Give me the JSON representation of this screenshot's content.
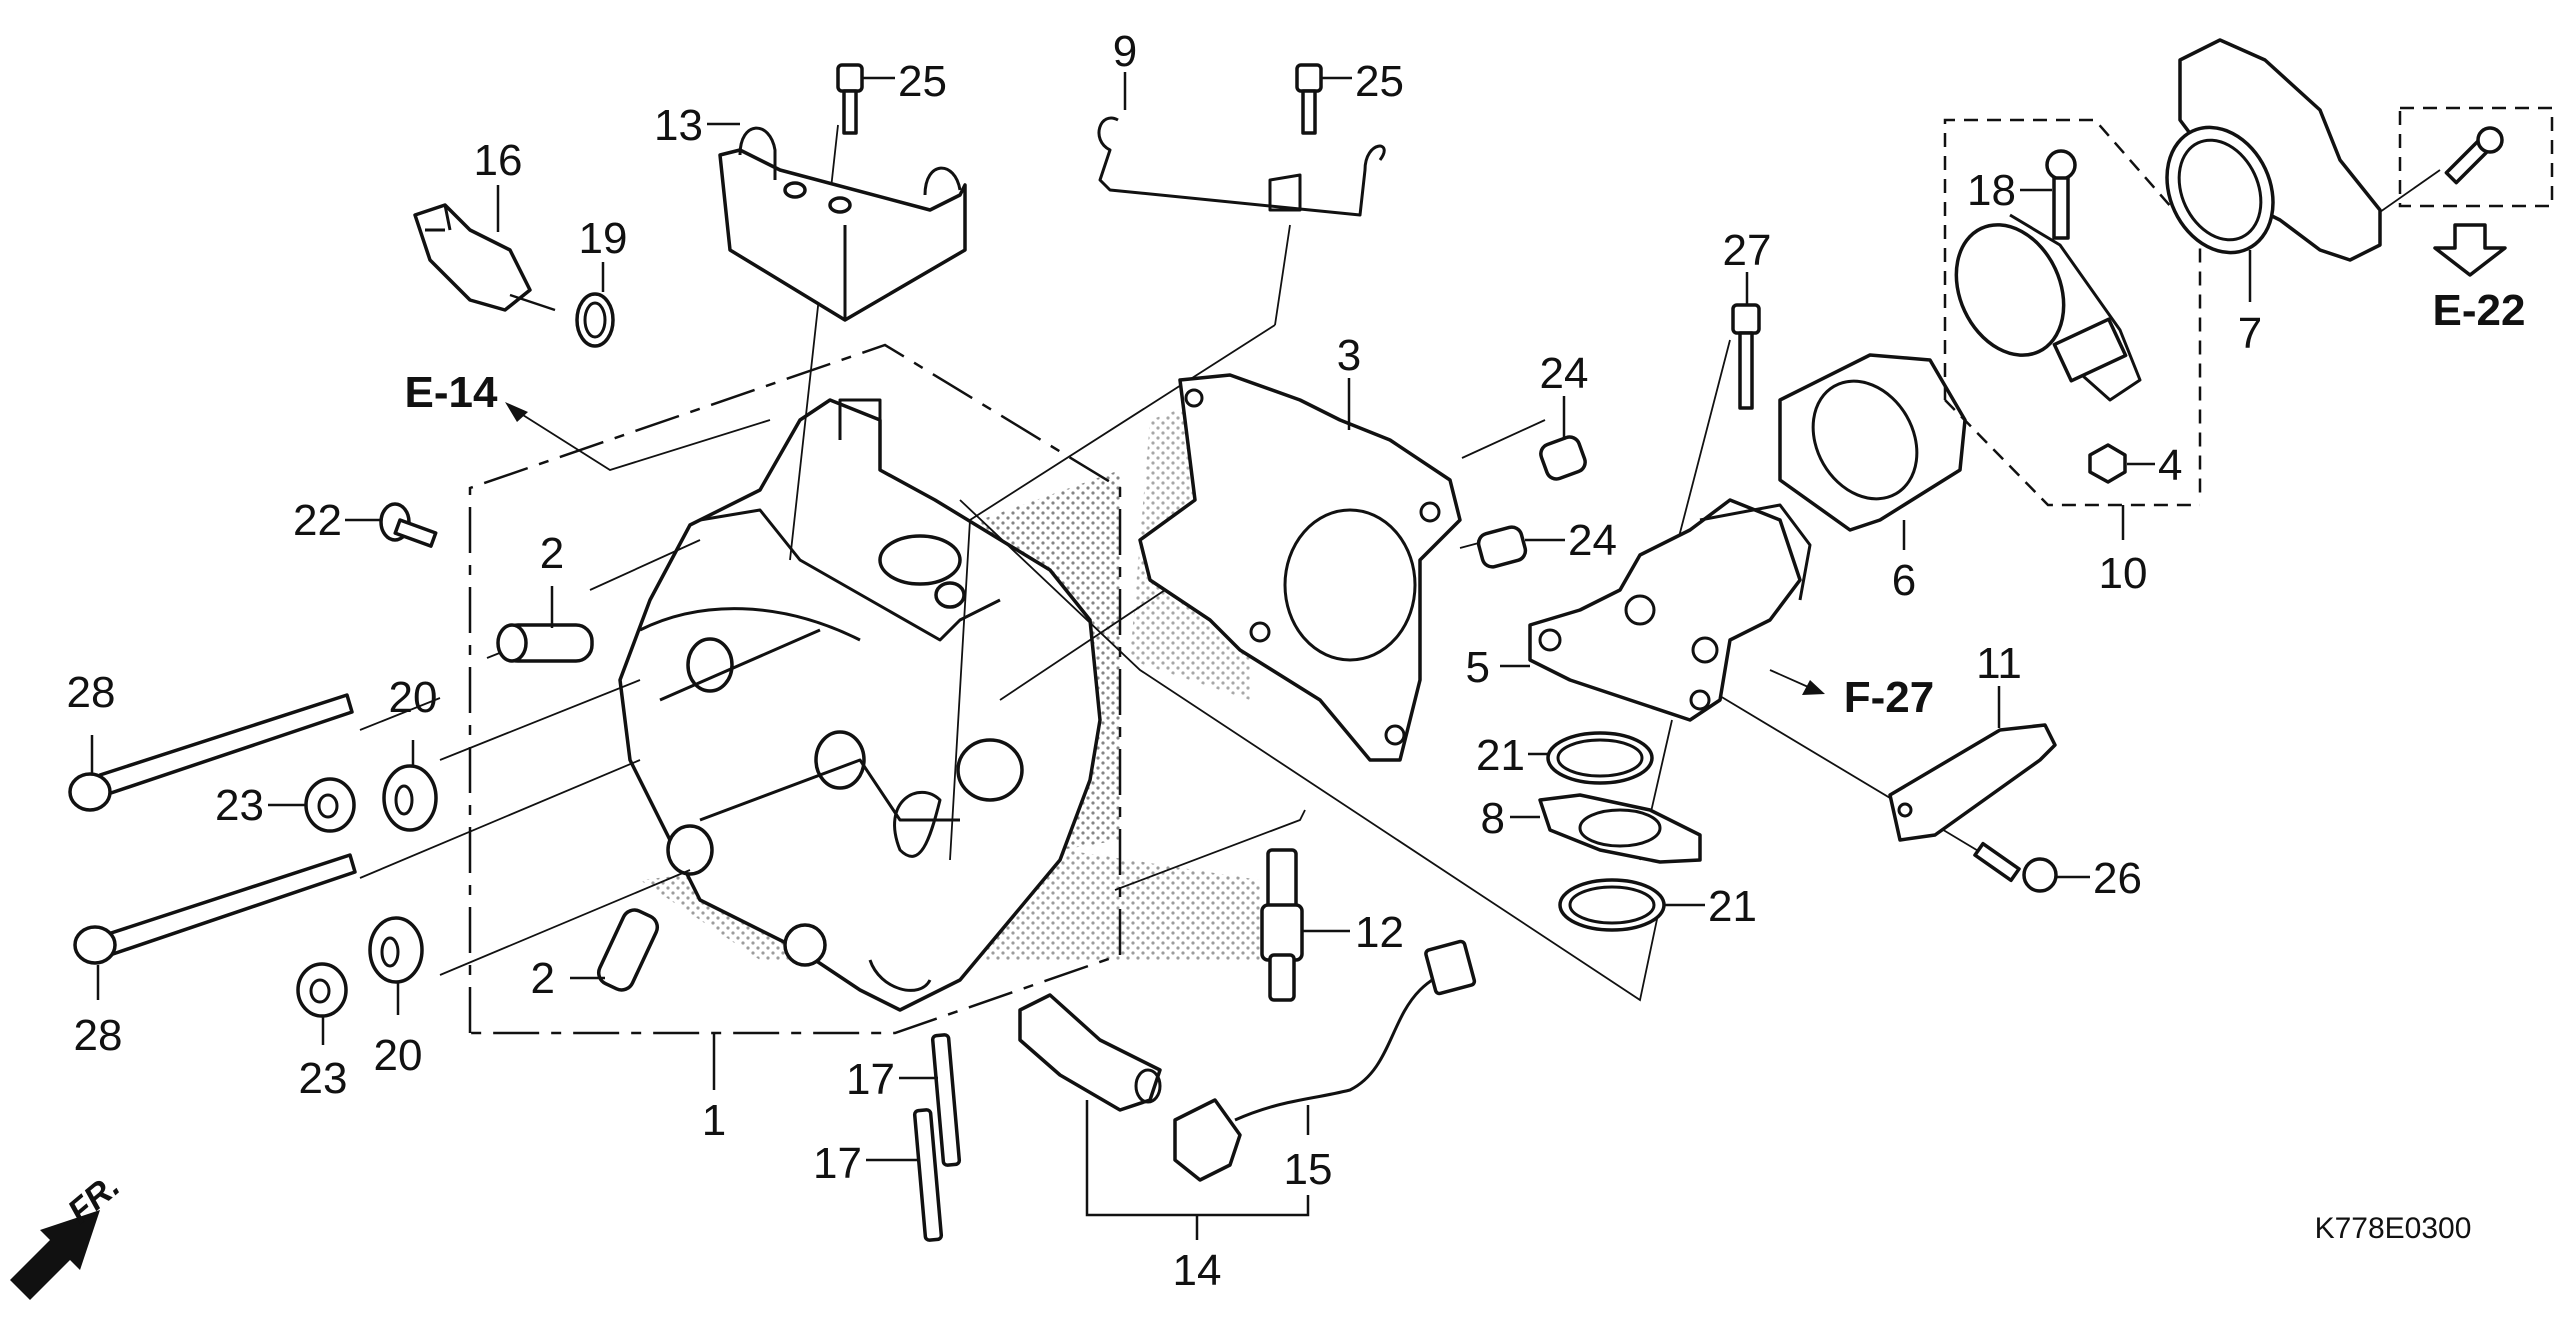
{
  "diagram": {
    "code": "K778E0300",
    "direction_label": "FR.",
    "references": {
      "e14": "E-14",
      "e22": "E-22",
      "f27": "F-27"
    },
    "callouts": {
      "p1": "1",
      "p2_upper": "2",
      "p2_lower": "2",
      "p3": "3",
      "p4": "4",
      "p5": "5",
      "p6": "6",
      "p7": "7",
      "p8": "8",
      "p9": "9",
      "p10": "10",
      "p11": "11",
      "p12": "12",
      "p13": "13",
      "p14": "14",
      "p15": "15",
      "p16": "16",
      "p17_upper": "17",
      "p17_lower": "17",
      "p18": "18",
      "p19": "19",
      "p20_upper": "20",
      "p20_lower": "20",
      "p21_upper": "21",
      "p21_lower": "21",
      "p22": "22",
      "p23_upper": "23",
      "p23_lower": "23",
      "p24_upper": "24",
      "p24_lower": "24",
      "p25_left": "25",
      "p25_right": "25",
      "p26": "26",
      "p27": "27",
      "p28_upper": "28",
      "p28_lower": "28"
    },
    "colors": {
      "ink": "#111111",
      "paper": "#ffffff"
    }
  }
}
